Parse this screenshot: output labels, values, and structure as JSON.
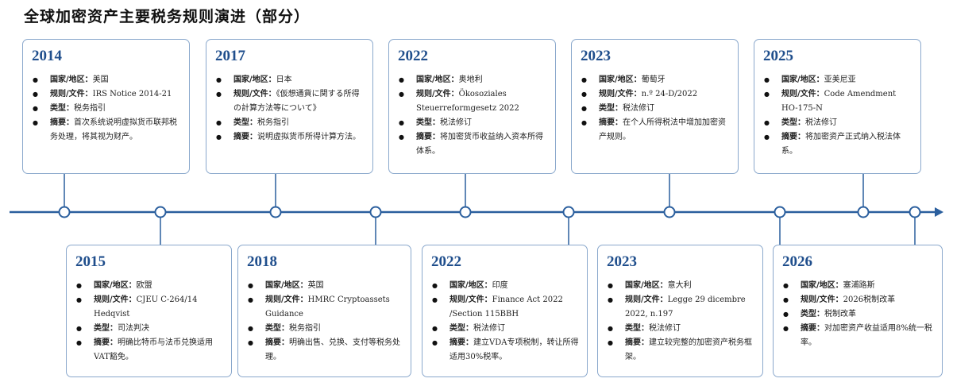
{
  "title": "全球加密资产主要税务规则演进（部分）",
  "labels": {
    "country": "国家/地区：",
    "rule": "规则/文件：",
    "type": "类型：",
    "summary": "摘要："
  },
  "colors": {
    "axis": "#2b5f9e",
    "card_border": "#8aa8cc",
    "year": "#1f4e8c"
  },
  "top_events": [
    {
      "year": "2014",
      "country": "美国",
      "rule": "IRS Notice 2014-21",
      "type": "税务指引",
      "summary": "首次系统说明虚拟货币联邦税务处理，将其视为财产。"
    },
    {
      "year": "2017",
      "country": "日本",
      "rule": "《仮想通貨に関する所得の計算方法等について》",
      "type": "税务指引",
      "summary": "说明虚拟货币所得计算方法。"
    },
    {
      "year": "2022",
      "country": "奥地利",
      "rule": "Ökosoziales Steuerreformgesetz 2022",
      "type": "税法修订",
      "summary": "将加密货币收益纳入资本所得体系。"
    },
    {
      "year": "2023",
      "country": "葡萄牙",
      "rule": "n.º 24-D/2022",
      "type": "税法修订",
      "summary": "在个人所得税法中增加加密资产规则。"
    },
    {
      "year": "2025",
      "country": "亚美尼亚",
      "rule": "Code Amendment HO-175-N",
      "type": "税法修订",
      "summary": "将加密资产正式纳入税法体系。"
    }
  ],
  "bottom_events": [
    {
      "year": "2015",
      "country": "欧盟",
      "rule": "CJEU C-264/14 Hedqvist",
      "type": "司法判决",
      "summary": "明确比特币与法币兑换适用VAT豁免。"
    },
    {
      "year": "2018",
      "country": "英国",
      "rule": "HMRC Cryptoassets Guidance",
      "type": "税务指引",
      "summary": "明确出售、兑换、支付等税务处理。"
    },
    {
      "year": "2022",
      "country": "印度",
      "rule": "Finance Act 2022 /Section 115BBH",
      "type": "税法修订",
      "summary": "建立VDA专项税制，转让所得适用30%税率。"
    },
    {
      "year": "2023",
      "country": "意大利",
      "rule": "Legge 29 dicembre 2022, n.197",
      "type": "税法修订",
      "summary": "建立较完整的加密资产税务框架。"
    },
    {
      "year": "2026",
      "country": "塞浦路斯",
      "rule": "2026税制改革",
      "type": "税制改革",
      "summary": "对加密资产收益适用8%统一税率。"
    }
  ]
}
